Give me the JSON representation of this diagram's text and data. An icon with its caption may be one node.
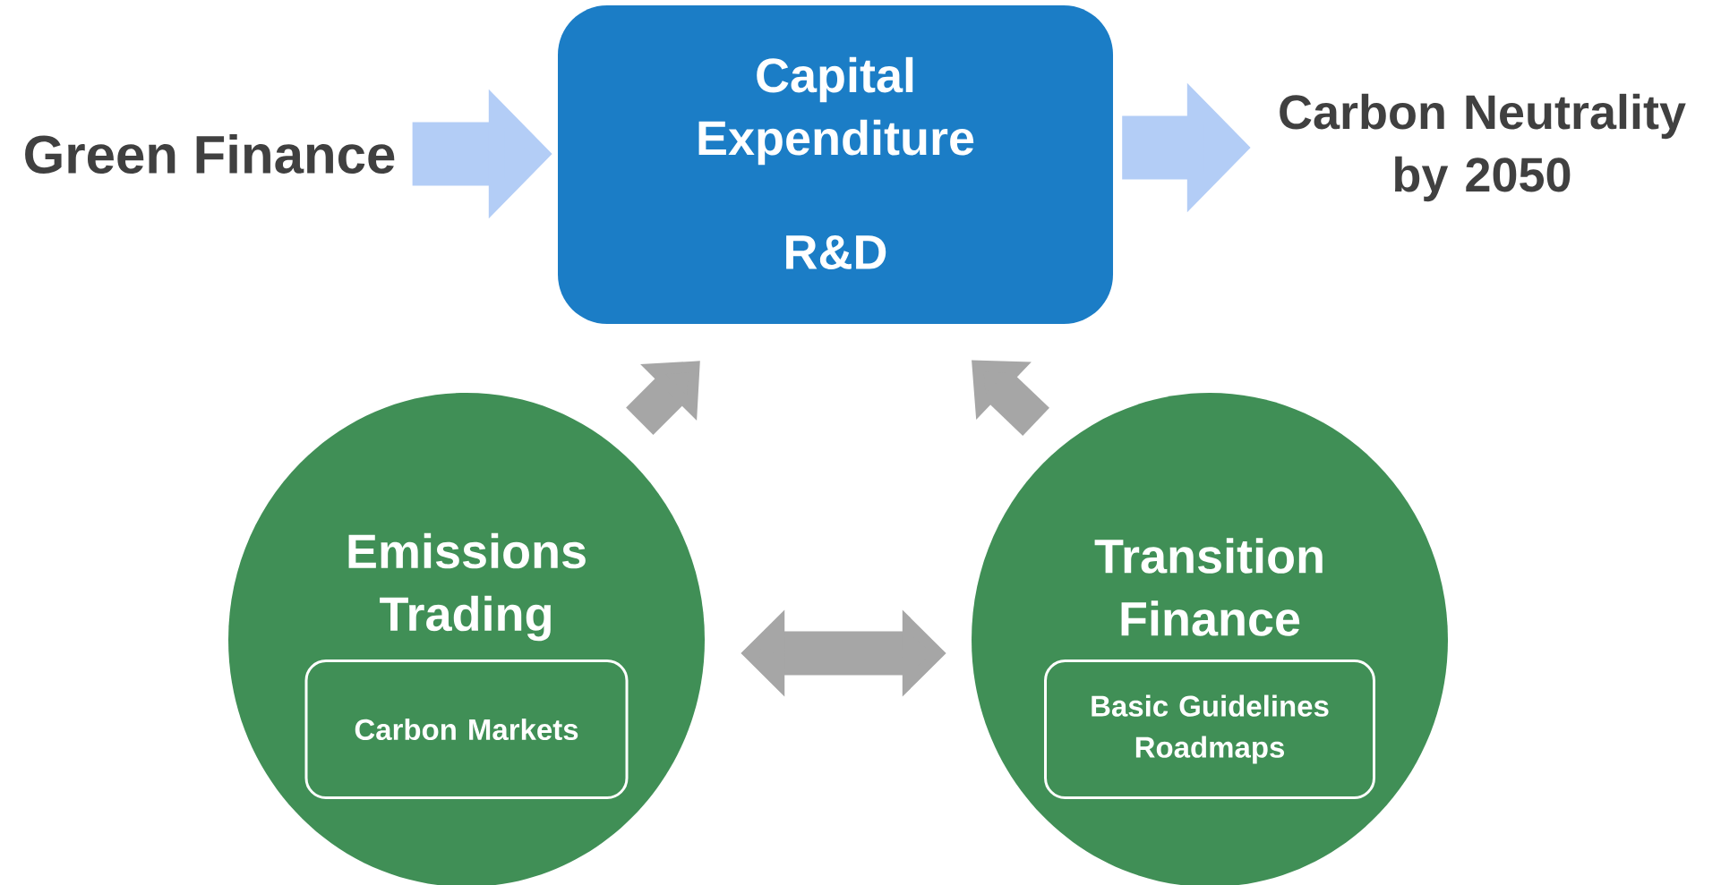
{
  "diagram": {
    "nodes": [
      {
        "text": [
          "Green Finance"
        ]
      },
      {
        "text": [
          "Capital Expenditure",
          "R&D"
        ]
      },
      {
        "text": [
          "Carbon Neutrality by 2050"
        ]
      },
      {
        "text": [
          "Emissions Trading"
        ]
      },
      {
        "text": [
          "Carbon Markets"
        ],
        "in": 3
      },
      {
        "text": [
          "Transition Finance"
        ]
      },
      {
        "text": [
          "Basic Guidelines Roadmaps"
        ],
        "in": 5
      }
    ],
    "edges": [
      {
        "from": 0,
        "to": 1,
        "arrow": "to",
        "color": "#b3cdf6"
      },
      {
        "from": 1,
        "to": 2,
        "arrow": "to",
        "color": "#b3cdf6"
      },
      {
        "from": 3,
        "to": 1,
        "arrow": "to"
      },
      {
        "from": 5,
        "to": 1,
        "arrow": "to"
      },
      {
        "from": 3,
        "to": 5,
        "arrow": "both"
      }
    ]
  }
}
